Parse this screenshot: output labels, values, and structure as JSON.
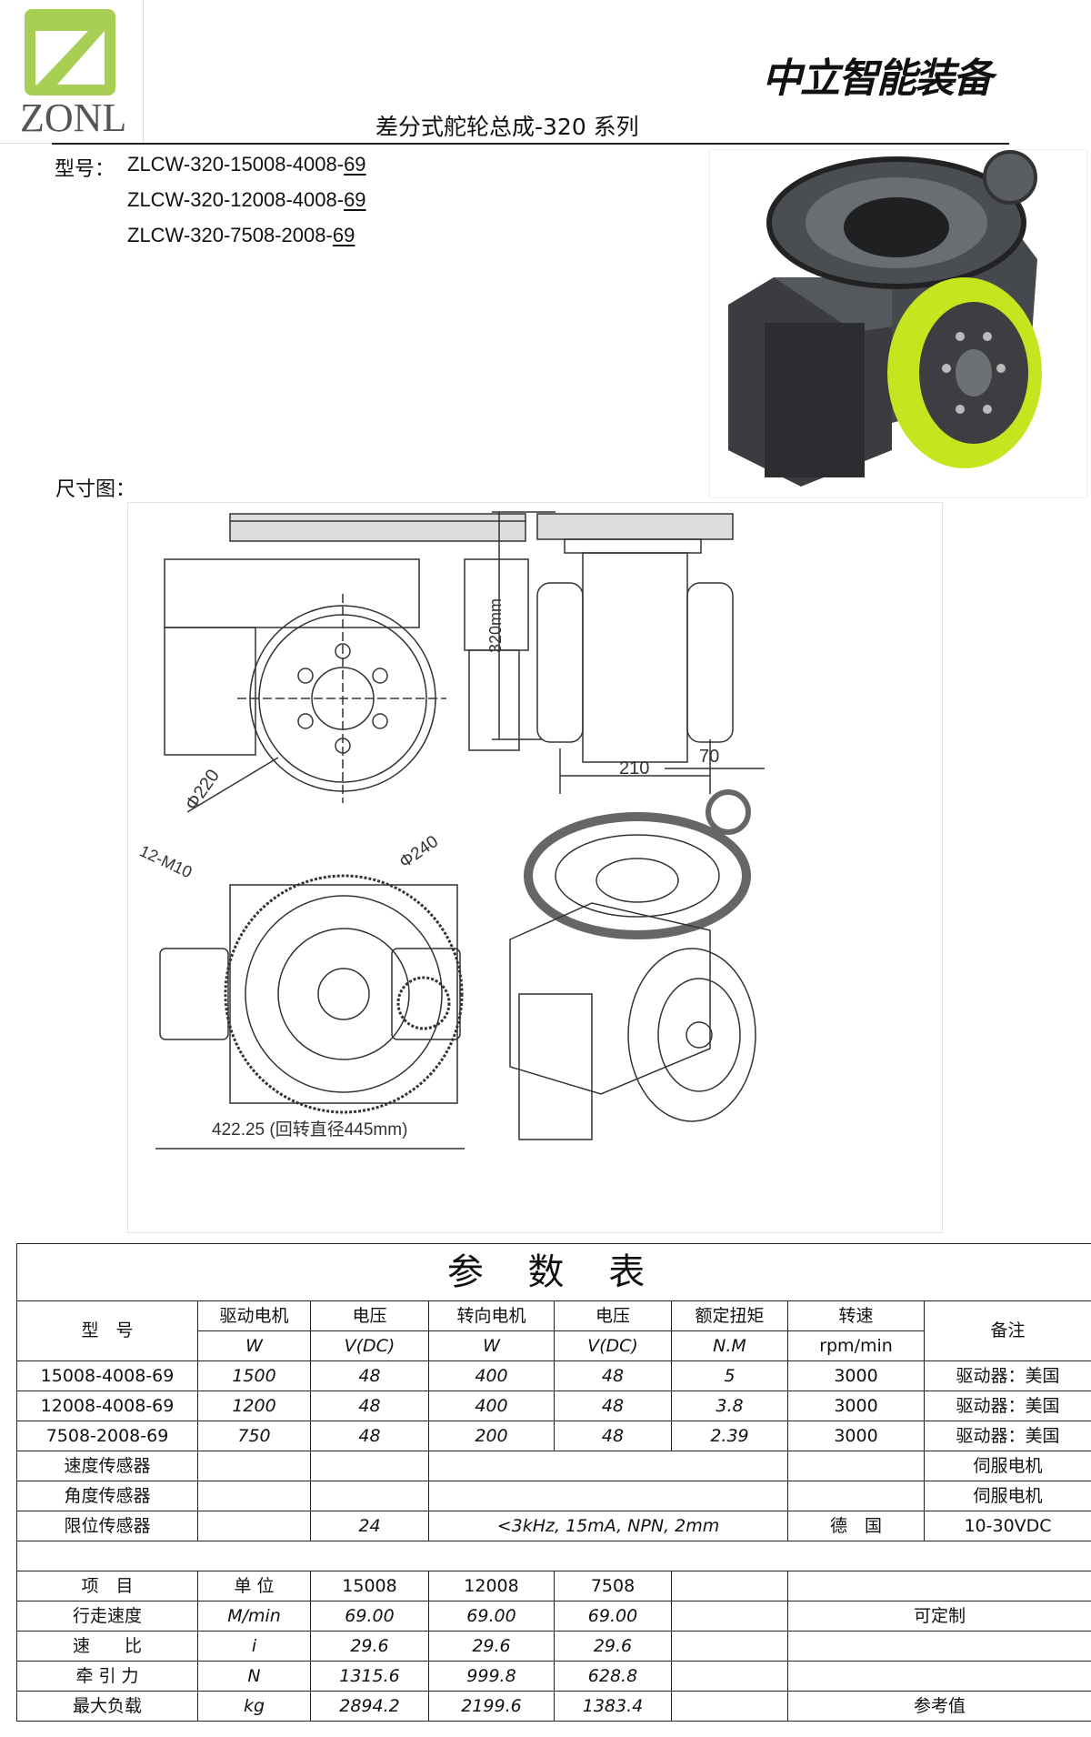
{
  "header": {
    "logo_text": "ZONL",
    "brand": "中立智能装备",
    "subtitle": "差分式舵轮总成-320 系列",
    "brand_color": "#a6cf54"
  },
  "models": {
    "label": "型号：",
    "items": [
      {
        "prefix": "ZLCW-320-15008-4008-",
        "suffix": "69"
      },
      {
        "prefix": "ZLCW-320-12008-4008-",
        "suffix": "69"
      },
      {
        "prefix": "ZLCW-320-7508-2008-",
        "suffix": "69"
      }
    ]
  },
  "dimension_section": {
    "label": "尺寸图：",
    "annotations": {
      "wheel_dia": "Φ220",
      "height": "320mm",
      "track": "210",
      "wheel_width": "70",
      "bolts": "12-M10",
      "ring_dia": "Φ240",
      "overall": "422.25 (回转直径445mm)"
    }
  },
  "table": {
    "title": "参 数 表",
    "headers": {
      "model": "型　号",
      "drive_motor": "驱动电机",
      "drive_motor_unit": "W",
      "voltage1": "电压",
      "voltage1_unit": "V(DC)",
      "steer_motor": "转向电机",
      "steer_motor_unit": "W",
      "voltage2": "电压",
      "voltage2_unit": "V(DC)",
      "torque": "额定扭矩",
      "torque_unit": "N.M",
      "speed": "转速",
      "speed_unit": "rpm/min",
      "remark": "备注"
    },
    "rows": [
      {
        "model": "15008-4008-69",
        "drive": "1500",
        "v1": "48",
        "steer": "400",
        "v2": "48",
        "torque": "5",
        "rpm": "3000",
        "remark": "驱动器：美国"
      },
      {
        "model": "12008-4008-69",
        "drive": "1200",
        "v1": "48",
        "steer": "400",
        "v2": "48",
        "torque": "3.8",
        "rpm": "3000",
        "remark": "驱动器：美国"
      },
      {
        "model": "7508-2008-69",
        "drive": "750",
        "v1": "48",
        "steer": "200",
        "v2": "48",
        "torque": "2.39",
        "rpm": "3000",
        "remark": "驱动器：美国"
      }
    ],
    "sensors": [
      {
        "name": "速度传感器",
        "remark": "伺服电机"
      },
      {
        "name": "角度传感器",
        "remark": "伺服电机"
      },
      {
        "name": "限位传感器",
        "voltage": "24",
        "spec": "<3kHz, 15mA, NPN, 2mm",
        "origin": "德　国",
        "remark": "10-30VDC"
      }
    ],
    "perf_header": {
      "item": "项　目",
      "unit": "单 位",
      "m1": "15008",
      "m2": "12008",
      "m3": "7508"
    },
    "perf_rows": [
      {
        "item": "行走速度",
        "unit": "M/min",
        "m1": "69.00",
        "m2": "69.00",
        "m3": "69.00",
        "note": "可定制"
      },
      {
        "item": "速　　比",
        "unit": "i",
        "m1": "29.6",
        "m2": "29.6",
        "m3": "29.6",
        "note": ""
      },
      {
        "item": "牵 引 力",
        "unit": "N",
        "m1": "1315.6",
        "m2": "999.8",
        "m3": "628.8",
        "note": ""
      },
      {
        "item": "最大负载",
        "unit": "kg",
        "m1": "2894.2",
        "m2": "2199.6",
        "m3": "1383.4",
        "note": "参考值"
      }
    ]
  }
}
